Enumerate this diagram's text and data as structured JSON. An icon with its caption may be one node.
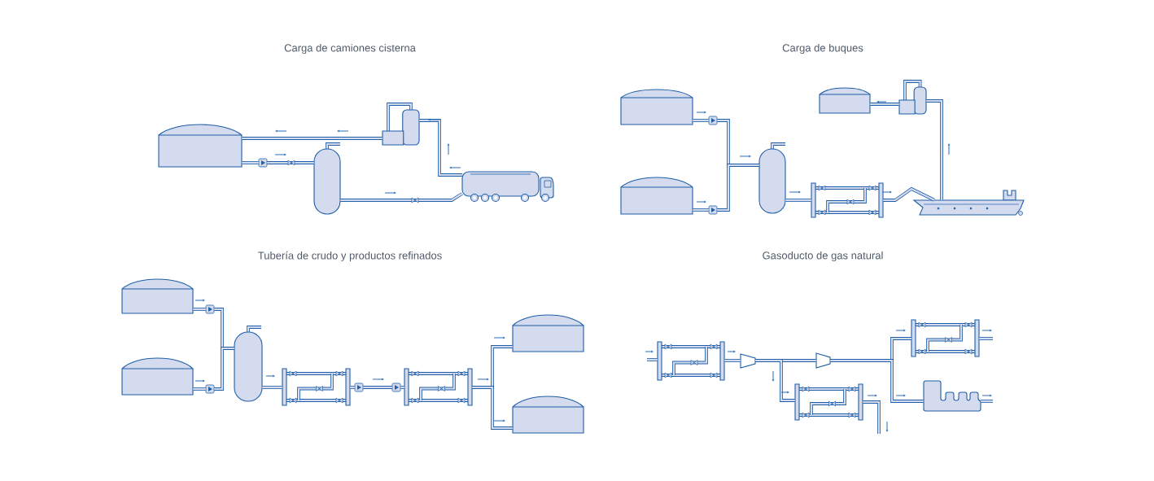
{
  "diagram": {
    "nodes": [
      {
        "text": [],
        "shape": "cylinder"
      },
      {
        "text": [],
        "shape": "cylinder"
      },
      {
        "text": [],
        "shape": "picture"
      },
      {
        "text": [],
        "shape": "picture"
      },
      {
        "text": [],
        "shape": "cylinder"
      },
      {
        "text": [],
        "shape": "cylinder"
      },
      {
        "text": [],
        "shape": "cylinder"
      },
      {
        "text": [],
        "shape": "box"
      },
      {
        "text": [],
        "shape": "picture"
      },
      {
        "text": [],
        "shape": "picture"
      },
      {
        "text": [],
        "shape": "cylinder"
      },
      {
        "text": [],
        "shape": "cylinder"
      },
      {
        "text": [],
        "shape": "cylinder"
      },
      {
        "text": [],
        "shape": "cylinder"
      },
      {
        "text": [],
        "shape": "box"
      },
      {
        "text": [],
        "shape": "box"
      },
      {
        "text": [],
        "shape": "cylinder"
      },
      {
        "text": [],
        "shape": "cylinder"
      },
      {
        "text": [],
        "shape": "box"
      },
      {
        "text": [],
        "shape": "trapezoid"
      },
      {
        "text": [],
        "shape": "trapezoid"
      },
      {
        "text": [],
        "shape": "box"
      },
      {
        "text": [],
        "shape": "box"
      },
      {
        "text": [],
        "shape": "picture"
      },
      {
        "text": [],
        "shape": "box"
      },
      {
        "text": [],
        "shape": "box"
      },
      {
        "text": [],
        "shape": "box"
      },
      {
        "text": [],
        "shape": "box"
      },
      {
        "text": [],
        "shape": "box"
      },
      {
        "text": [],
        "shape": "box"
      },
      {
        "text": [],
        "shape": "box"
      }
    ],
    "edges": [
      {
        "from": 0,
        "to": 24,
        "arrow": "none"
      },
      {
        "from": 1,
        "to": 3,
        "arrow": "none"
      },
      {
        "from": 3,
        "to": 2,
        "arrow": "none"
      },
      {
        "from": 2,
        "to": 0,
        "arrow": "none"
      },
      {
        "from": 4,
        "to": 25,
        "arrow": "none"
      },
      {
        "from": 5,
        "to": 26,
        "arrow": "none"
      },
      {
        "from": 6,
        "to": 7,
        "arrow": "none"
      },
      {
        "from": 7,
        "to": 8,
        "arrow": "none"
      },
      {
        "from": 8,
        "to": 9,
        "arrow": "none"
      },
      {
        "from": 9,
        "to": 10,
        "arrow": "none"
      },
      {
        "from": 11,
        "to": 27,
        "arrow": "none"
      },
      {
        "from": 12,
        "to": 28,
        "arrow": "none"
      },
      {
        "from": 13,
        "to": 14,
        "arrow": "none"
      },
      {
        "from": 14,
        "to": 29,
        "arrow": "none"
      },
      {
        "from": 15,
        "to": 16,
        "arrow": "none"
      },
      {
        "from": 15,
        "to": 17,
        "arrow": "none"
      },
      {
        "from": null,
        "to": 18,
        "arrow": "none"
      },
      {
        "from": 18,
        "to": 19,
        "arrow": "none"
      },
      {
        "from": 19,
        "to": 20,
        "arrow": "none"
      },
      {
        "from": 19,
        "to": 21,
        "arrow": "none"
      },
      {
        "from": 20,
        "to": 22,
        "arrow": "none"
      },
      {
        "from": 20,
        "to": 23,
        "arrow": "none"
      },
      {
        "from": 21,
        "to": null,
        "arrow": "none"
      },
      {
        "from": 22,
        "to": null,
        "arrow": "none"
      },
      {
        "from": 23,
        "to": null,
        "arrow": "none"
      },
      {
        "from": 24,
        "to": 1,
        "arrow": "none"
      },
      {
        "from": 25,
        "to": 6,
        "arrow": "none"
      },
      {
        "from": 26,
        "to": 6,
        "arrow": "none"
      },
      {
        "from": 27,
        "to": 13,
        "arrow": "none"
      },
      {
        "from": 28,
        "to": 13,
        "arrow": "none"
      },
      {
        "from": 29,
        "to": 30,
        "arrow": "none"
      },
      {
        "from": 30,
        "to": 15,
        "arrow": "none"
      }
    ],
    "labels": [
      "Carga de camiones cisterna",
      "Carga de buques",
      "Tubería de crudo y productos refinados",
      "Gasoducto de gas natural"
    ]
  }
}
